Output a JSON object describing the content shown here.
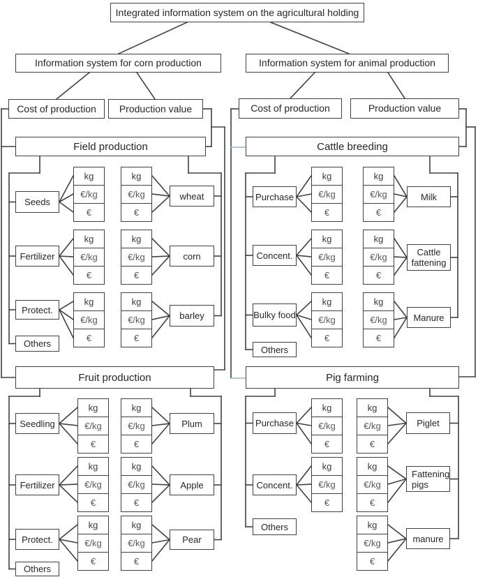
{
  "title": "Integrated information system on the agricultural holding",
  "systems": [
    {
      "label": "Information system for corn production",
      "metrics": [
        "Cost of production",
        "Production value"
      ]
    },
    {
      "label": "Information system for animal production",
      "metrics": [
        "Cost of production",
        "Production value"
      ]
    }
  ],
  "unit_labels": [
    "kg",
    "€/kg",
    "€"
  ],
  "sections": [
    {
      "title": "Field production",
      "inputs": [
        "Seeds",
        "Fertilizer",
        "Protect.",
        "Others"
      ],
      "outputs": [
        "wheat",
        "corn",
        "barley"
      ]
    },
    {
      "title": "Cattle breeding",
      "inputs": [
        "Purchase",
        "Concent.",
        "Bulky food",
        "Others"
      ],
      "outputs": [
        "Milk",
        "Cattle fattening",
        "Manure"
      ]
    },
    {
      "title": "Fruit production",
      "inputs": [
        "Seedling",
        "Fertilizer",
        "Protect.",
        "Others"
      ],
      "outputs": [
        "Plum",
        "Apple",
        "Pear"
      ]
    },
    {
      "title": "Pig farming",
      "inputs": [
        "Purchase",
        "Concent.",
        "Others"
      ],
      "outputs": [
        "Piglet",
        "Fattening pigs",
        "manure"
      ]
    }
  ],
  "colors": {
    "box_border": "#404040",
    "connector": "#404040",
    "highlight_connector": "#95b3d7",
    "text": "#262626",
    "unit_text": "#595959",
    "background": "#ffffff"
  }
}
